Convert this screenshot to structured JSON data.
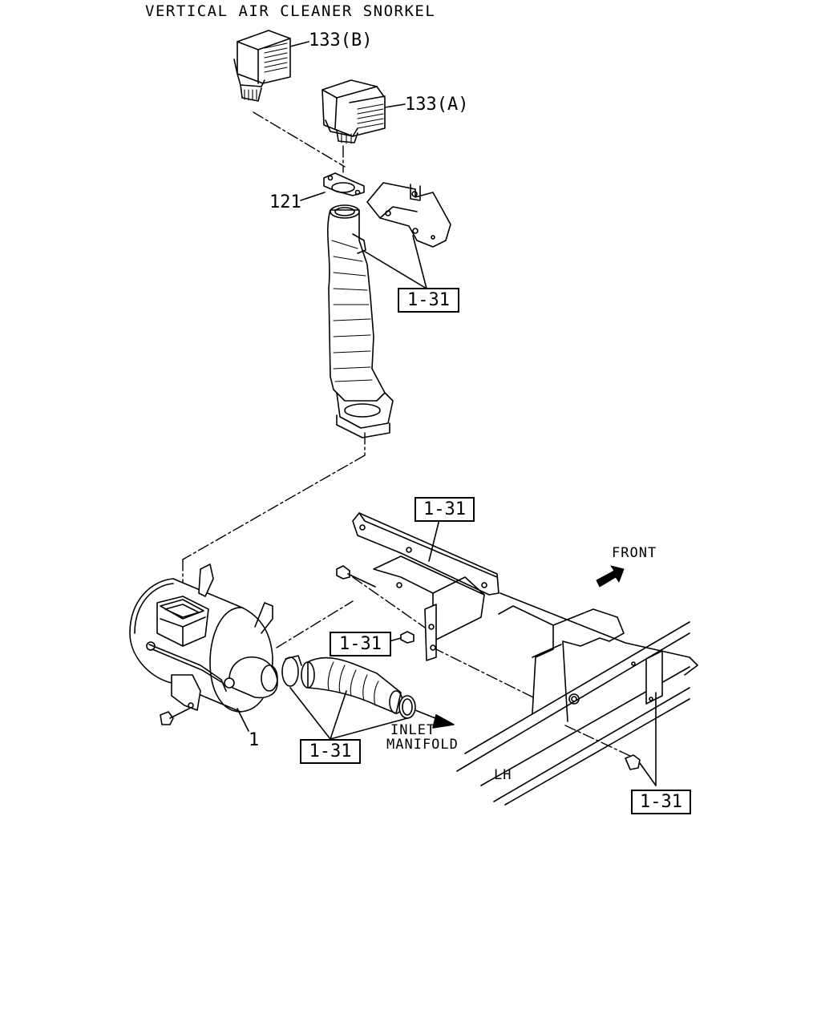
{
  "title": "VERTICAL AIR CLEANER SNORKEL",
  "parts": {
    "p133b": "133(B)",
    "p133a": "133(A)",
    "p121": "121",
    "p1": "1"
  },
  "refs": {
    "ref_duct": "1-31",
    "ref_frame_top": "1-31",
    "ref_frame_mid": "1-31",
    "ref_hose": "1-31",
    "ref_rail": "1-31"
  },
  "labels": {
    "front": "FRONT",
    "inlet": "INLET",
    "manifold": "MANIFOLD",
    "lh": "LH"
  }
}
